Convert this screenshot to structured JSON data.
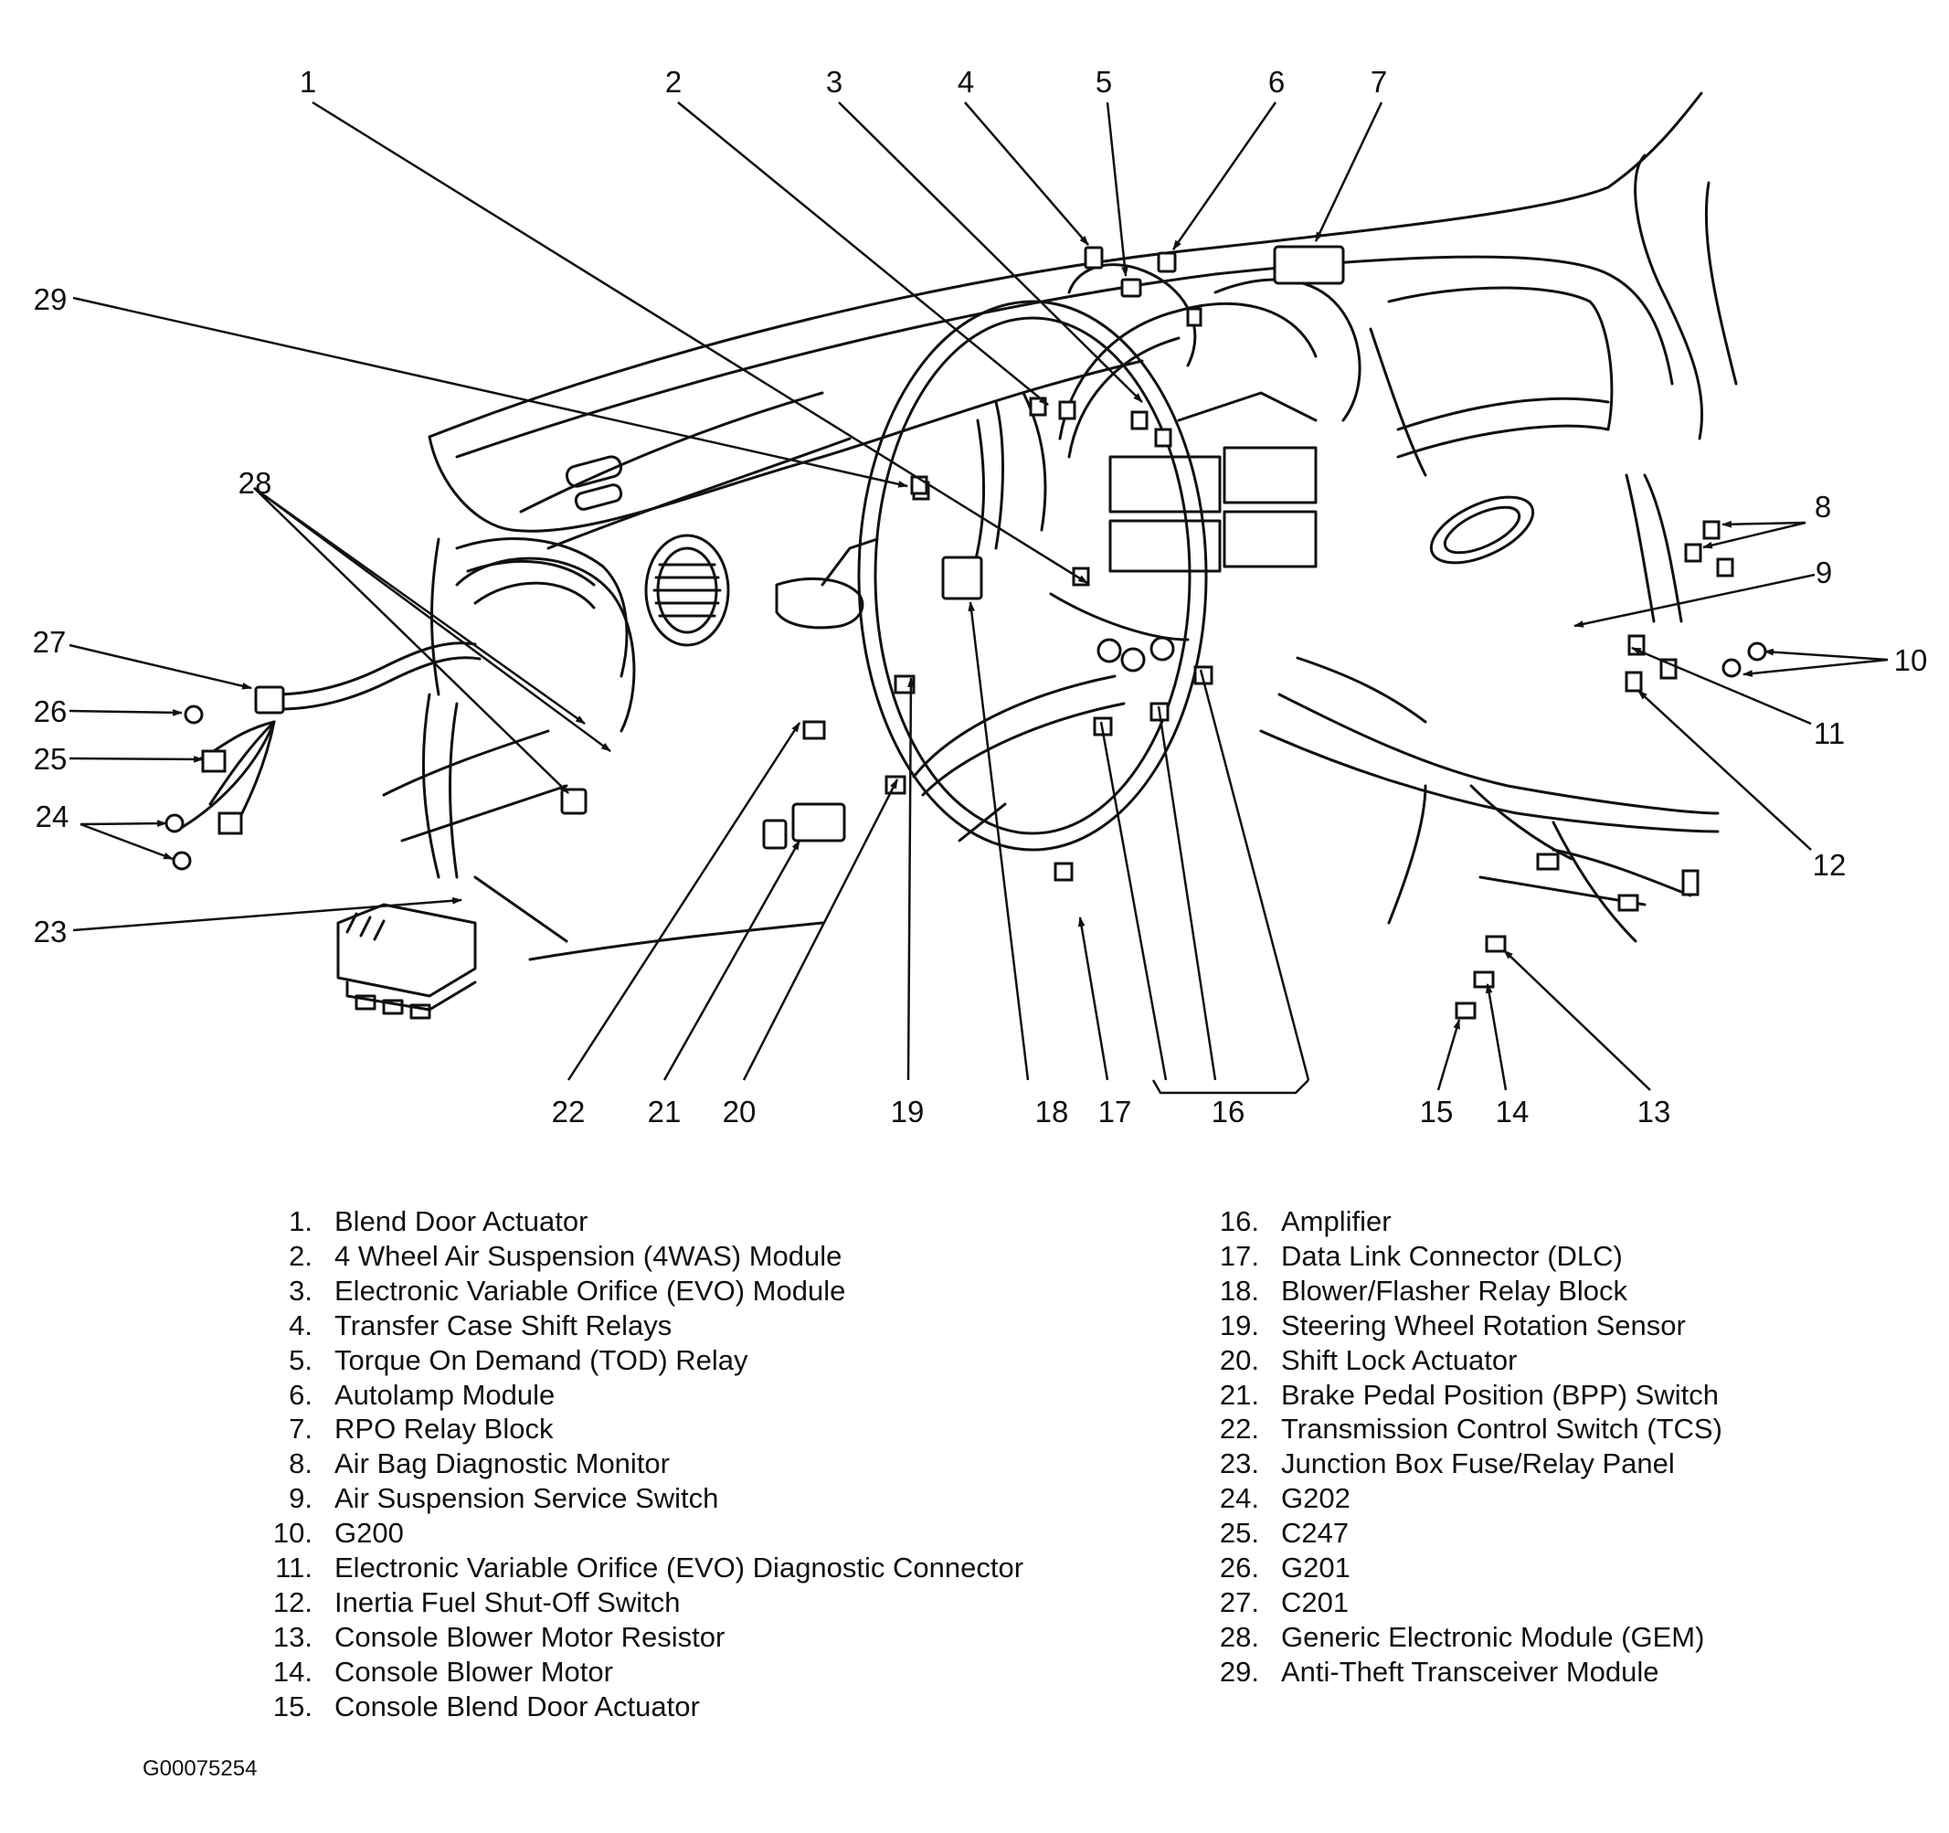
{
  "figure_id": "G00075254",
  "callouts": [
    {
      "num": "1",
      "name": "Blend Door Actuator"
    },
    {
      "num": "2",
      "name": "4 Wheel Air Suspension (4WAS) Module"
    },
    {
      "num": "3",
      "name": "Electronic Variable Orifice (EVO) Module"
    },
    {
      "num": "4",
      "name": "Transfer Case Shift Relays"
    },
    {
      "num": "5",
      "name": "Torque On Demand (TOD) Relay"
    },
    {
      "num": "6",
      "name": "Autolamp Module"
    },
    {
      "num": "7",
      "name": "RPO Relay Block"
    },
    {
      "num": "8",
      "name": "Air Bag Diagnostic Monitor"
    },
    {
      "num": "9",
      "name": "Air Suspension Service Switch"
    },
    {
      "num": "10",
      "name": "G200"
    },
    {
      "num": "11",
      "name": "Electronic Variable Orifice (EVO) Diagnostic Connector"
    },
    {
      "num": "12",
      "name": "Inertia Fuel Shut-Off Switch"
    },
    {
      "num": "13",
      "name": "Console Blower Motor Resistor"
    },
    {
      "num": "14",
      "name": "Console Blower Motor"
    },
    {
      "num": "15",
      "name": "Console Blend Door Actuator"
    },
    {
      "num": "16",
      "name": "Amplifier"
    },
    {
      "num": "17",
      "name": "Data Link Connector (DLC)"
    },
    {
      "num": "18",
      "name": "Blower/Flasher Relay Block"
    },
    {
      "num": "19",
      "name": "Steering Wheel Rotation Sensor"
    },
    {
      "num": "20",
      "name": "Shift Lock Actuator"
    },
    {
      "num": "21",
      "name": "Brake Pedal Position (BPP) Switch"
    },
    {
      "num": "22",
      "name": "Transmission Control Switch (TCS)"
    },
    {
      "num": "23",
      "name": "Junction Box Fuse/Relay Panel"
    },
    {
      "num": "24",
      "name": "G202"
    },
    {
      "num": "25",
      "name": "C247"
    },
    {
      "num": "26",
      "name": "G201"
    },
    {
      "num": "27",
      "name": "C201"
    },
    {
      "num": "28",
      "name": "Generic Electronic Module (GEM)"
    },
    {
      "num": "29",
      "name": "Anti-Theft Transceiver Module"
    }
  ]
}
